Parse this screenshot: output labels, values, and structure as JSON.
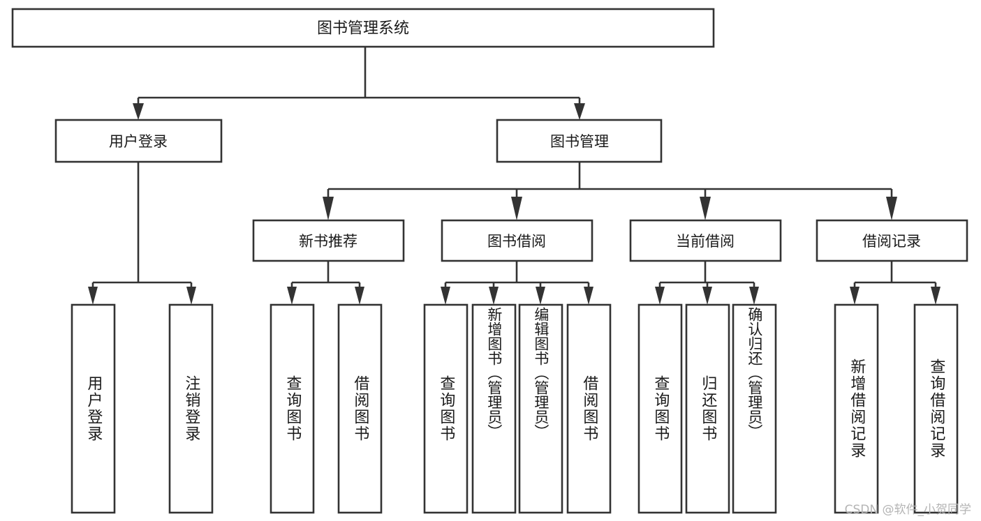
{
  "diagram": {
    "type": "tree",
    "title": "图书管理系统",
    "orientation": "top-down",
    "style": {
      "box_fill": "#ffffff",
      "box_stroke": "#333333",
      "text_color": "#1a1a1a",
      "background": "#ffffff",
      "watermark_color": "#b4b4b4"
    },
    "levels": 4
  },
  "watermark": {
    "text": "CSDN @软件_小贺同学"
  },
  "nodes": {
    "root": {
      "label": "图书管理系统",
      "level": 1
    },
    "l2": [
      {
        "id": "user-login",
        "label": "用户登录",
        "level": 2
      },
      {
        "id": "book-manage",
        "label": "图书管理",
        "level": 2
      }
    ],
    "l3": [
      {
        "id": "new-book-recommend",
        "label": "新书推荐",
        "level": 3,
        "parent": "book-manage"
      },
      {
        "id": "book-borrow",
        "label": "图书借阅",
        "level": 3,
        "parent": "book-manage"
      },
      {
        "id": "current-borrow",
        "label": "当前借阅",
        "level": 3,
        "parent": "book-manage"
      },
      {
        "id": "borrow-record",
        "label": "借阅记录",
        "level": 3,
        "parent": "book-manage"
      }
    ],
    "leaves": [
      {
        "id": "leaf-user-login",
        "label": "用户登录",
        "parent": "user-login"
      },
      {
        "id": "leaf-logout-login",
        "label": "注销登录",
        "parent": "user-login"
      },
      {
        "id": "leaf-query-book-rec",
        "label": "查询图书",
        "parent": "new-book-recommend"
      },
      {
        "id": "leaf-borrow-book-rec",
        "label": "借阅图书",
        "parent": "new-book-recommend"
      },
      {
        "id": "leaf-query-book-borrow",
        "label": "查询图书",
        "parent": "book-borrow"
      },
      {
        "id": "leaf-add-book-admin",
        "label": "新增图书（管理员）",
        "parent": "book-borrow"
      },
      {
        "id": "leaf-edit-book-admin",
        "label": "编辑图书（管理员）",
        "parent": "book-borrow"
      },
      {
        "id": "leaf-borrow-book",
        "label": "借阅图书",
        "parent": "book-borrow"
      },
      {
        "id": "leaf-query-book-current",
        "label": "查询图书",
        "parent": "current-borrow"
      },
      {
        "id": "leaf-return-book",
        "label": "归还图书",
        "parent": "current-borrow"
      },
      {
        "id": "leaf-confirm-return-admin",
        "label": "确认归还（管理员）",
        "parent": "current-borrow"
      },
      {
        "id": "leaf-add-borrow-record",
        "label": "新增借阅记录",
        "parent": "borrow-record"
      },
      {
        "id": "leaf-query-borrow-record",
        "label": "查询借阅记录",
        "parent": "borrow-record"
      }
    ]
  }
}
